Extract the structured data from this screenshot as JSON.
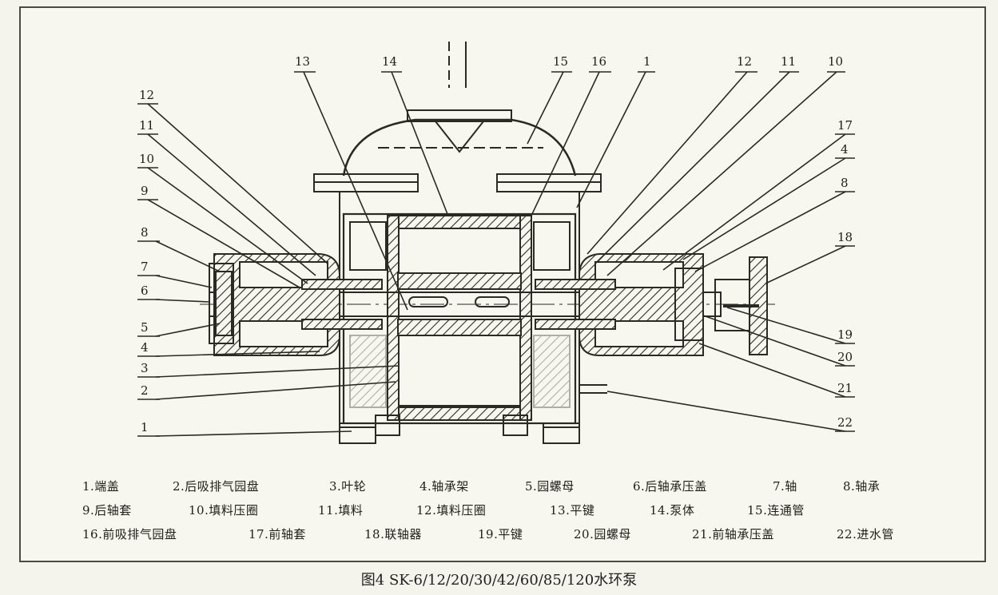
{
  "callouts": {
    "top": [
      "13",
      "14",
      "15",
      "16",
      "1",
      "12",
      "11",
      "10"
    ],
    "left": [
      "12",
      "11",
      "10",
      "9",
      "8",
      "7",
      "6",
      "5",
      "4",
      "3",
      "2",
      "1"
    ],
    "right": [
      "17",
      "4",
      "8",
      "18",
      "19",
      "20",
      "21",
      "22"
    ]
  },
  "legend": {
    "rows": [
      [
        "1.端盖",
        "2.后吸排气园盘",
        "3.叶轮",
        "4.轴承架",
        "5.园螺母",
        "6.后轴承压盖",
        "7.轴",
        "8.轴承"
      ],
      [
        "9.后轴套",
        "10.填料压圈",
        "11.填料",
        "12.填料压圈",
        "13.平键",
        "14.泵体",
        "15.连通管"
      ],
      [
        "16.前吸排气园盘",
        "17.前轴套",
        "18.联轴器",
        "19.平键",
        "20.园螺母",
        "21.前轴承压盖",
        "22.进水管"
      ]
    ]
  },
  "caption": "图4 SK-6/12/20/30/42/60/85/120水环泵"
}
